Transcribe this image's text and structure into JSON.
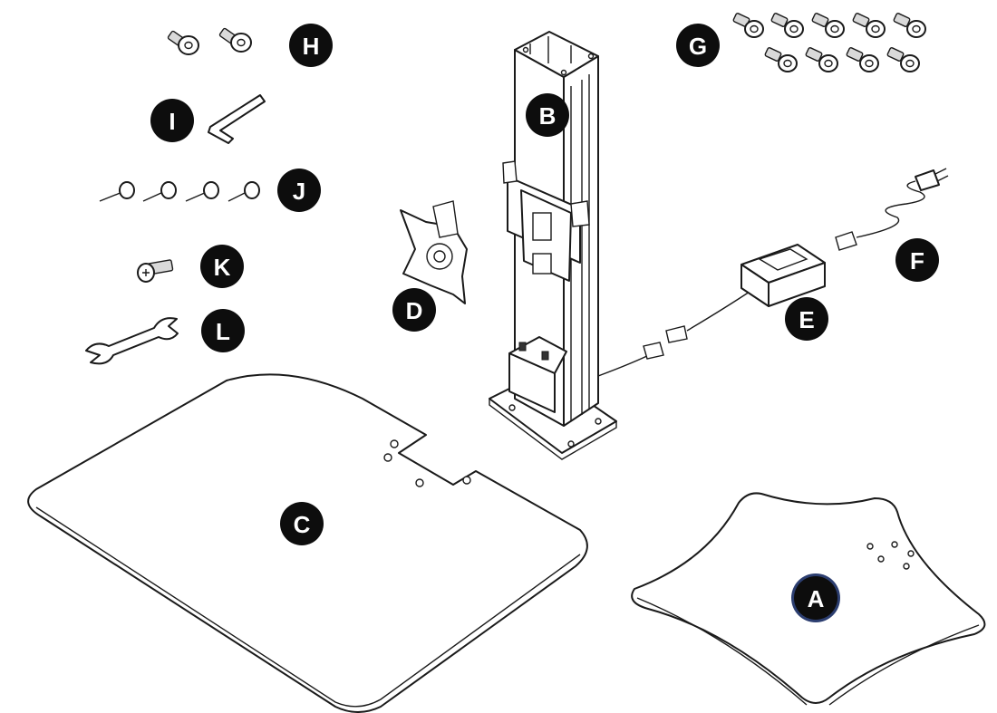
{
  "parts": [
    {
      "id": "part-a",
      "label": "A",
      "icon": "base-plate-icon"
    },
    {
      "id": "part-b",
      "label": "B",
      "icon": "column-icon"
    },
    {
      "id": "part-c",
      "label": "C",
      "icon": "desk-platform-icon"
    },
    {
      "id": "part-d",
      "label": "D",
      "icon": "vesa-bracket-icon"
    },
    {
      "id": "part-e",
      "label": "E",
      "icon": "power-adapter-icon"
    },
    {
      "id": "part-f",
      "label": "F",
      "icon": "power-cord-icon"
    },
    {
      "id": "part-g",
      "label": "G",
      "icon": "bolt-set-icon"
    },
    {
      "id": "part-h",
      "label": "H",
      "icon": "flat-screw-icon"
    },
    {
      "id": "part-i",
      "label": "I",
      "icon": "allen-key-icon"
    },
    {
      "id": "part-j",
      "label": "J",
      "icon": "thumb-screw-icon"
    },
    {
      "id": "part-k",
      "label": "K",
      "icon": "screw-icon"
    },
    {
      "id": "part-l",
      "label": "L",
      "icon": "wrench-icon"
    }
  ],
  "colors": {
    "badge": "#0d0d0d",
    "badge_text": "#ffffff",
    "outline": "#1a1a1a",
    "accent_ring": "#2c3e70"
  }
}
